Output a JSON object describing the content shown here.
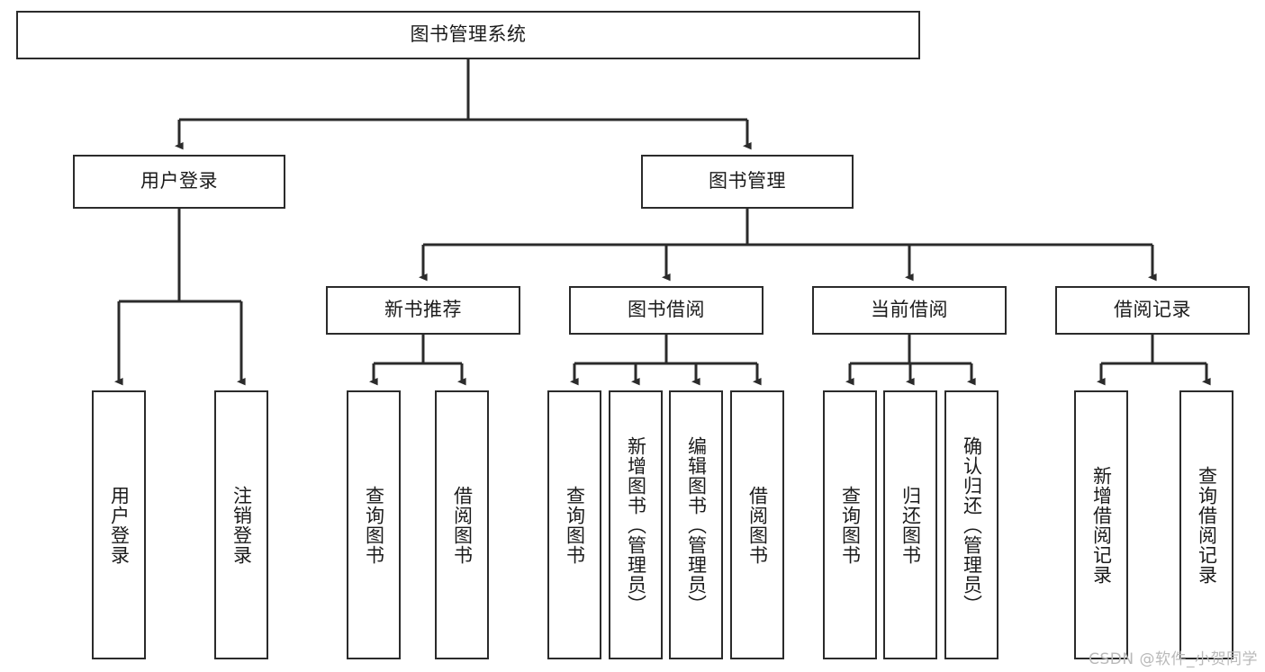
{
  "diagram": {
    "type": "tree-hierarchy-diagram",
    "title": "图书管理系统",
    "stroke_color": "#2b2b2b",
    "background_color": "#ffffff",
    "text_color": "#1b1b1b",
    "levels": [
      {
        "level": 1,
        "nodes": [
          {
            "id": "root",
            "label": "图书管理系统",
            "orientation": "horizontal"
          }
        ]
      },
      {
        "level": 2,
        "nodes": [
          {
            "id": "user-login",
            "label": "用户登录",
            "orientation": "horizontal",
            "parent": "root"
          },
          {
            "id": "book-manage",
            "label": "图书管理",
            "orientation": "horizontal",
            "parent": "root"
          }
        ]
      },
      {
        "level": 3,
        "nodes": [
          {
            "id": "new-book-recommend",
            "label": "新书推荐",
            "orientation": "horizontal",
            "parent": "book-manage"
          },
          {
            "id": "book-borrow",
            "label": "图书借阅",
            "orientation": "horizontal",
            "parent": "book-manage"
          },
          {
            "id": "current-borrow",
            "label": "当前借阅",
            "orientation": "horizontal",
            "parent": "book-manage"
          },
          {
            "id": "borrow-record",
            "label": "借阅记录",
            "orientation": "horizontal",
            "parent": "book-manage"
          }
        ]
      },
      {
        "level": 4,
        "nodes": [
          {
            "id": "leaf-user-login",
            "label": "用户登录",
            "orientation": "vertical",
            "parent": "user-login"
          },
          {
            "id": "leaf-logout",
            "label": "注销登录",
            "orientation": "vertical",
            "parent": "user-login"
          },
          {
            "id": "leaf-query-book-1",
            "label": "查询图书",
            "orientation": "vertical",
            "parent": "new-book-recommend"
          },
          {
            "id": "leaf-borrow-book-1",
            "label": "借阅图书",
            "orientation": "vertical",
            "parent": "new-book-recommend"
          },
          {
            "id": "leaf-query-book-2",
            "label": "查询图书",
            "orientation": "vertical",
            "parent": "book-borrow"
          },
          {
            "id": "leaf-add-book",
            "label": "新增图书（管理员）",
            "orientation": "vertical",
            "parent": "book-borrow"
          },
          {
            "id": "leaf-edit-book",
            "label": "编辑图书（管理员）",
            "orientation": "vertical",
            "parent": "book-borrow"
          },
          {
            "id": "leaf-borrow-book-2",
            "label": "借阅图书",
            "orientation": "vertical",
            "parent": "book-borrow"
          },
          {
            "id": "leaf-query-book-3",
            "label": "查询图书",
            "orientation": "vertical",
            "parent": "current-borrow"
          },
          {
            "id": "leaf-return-book",
            "label": "归还图书",
            "orientation": "vertical",
            "parent": "current-borrow"
          },
          {
            "id": "leaf-confirm-return",
            "label": "确认归还（管理员）",
            "orientation": "vertical",
            "parent": "current-borrow"
          },
          {
            "id": "leaf-add-record",
            "label": "新增借阅记录",
            "orientation": "vertical",
            "parent": "borrow-record"
          },
          {
            "id": "leaf-query-record",
            "label": "查询借阅记录",
            "orientation": "vertical",
            "parent": "borrow-record"
          }
        ]
      }
    ]
  },
  "watermark": {
    "text": "CSDN @软件_小贺同学"
  }
}
